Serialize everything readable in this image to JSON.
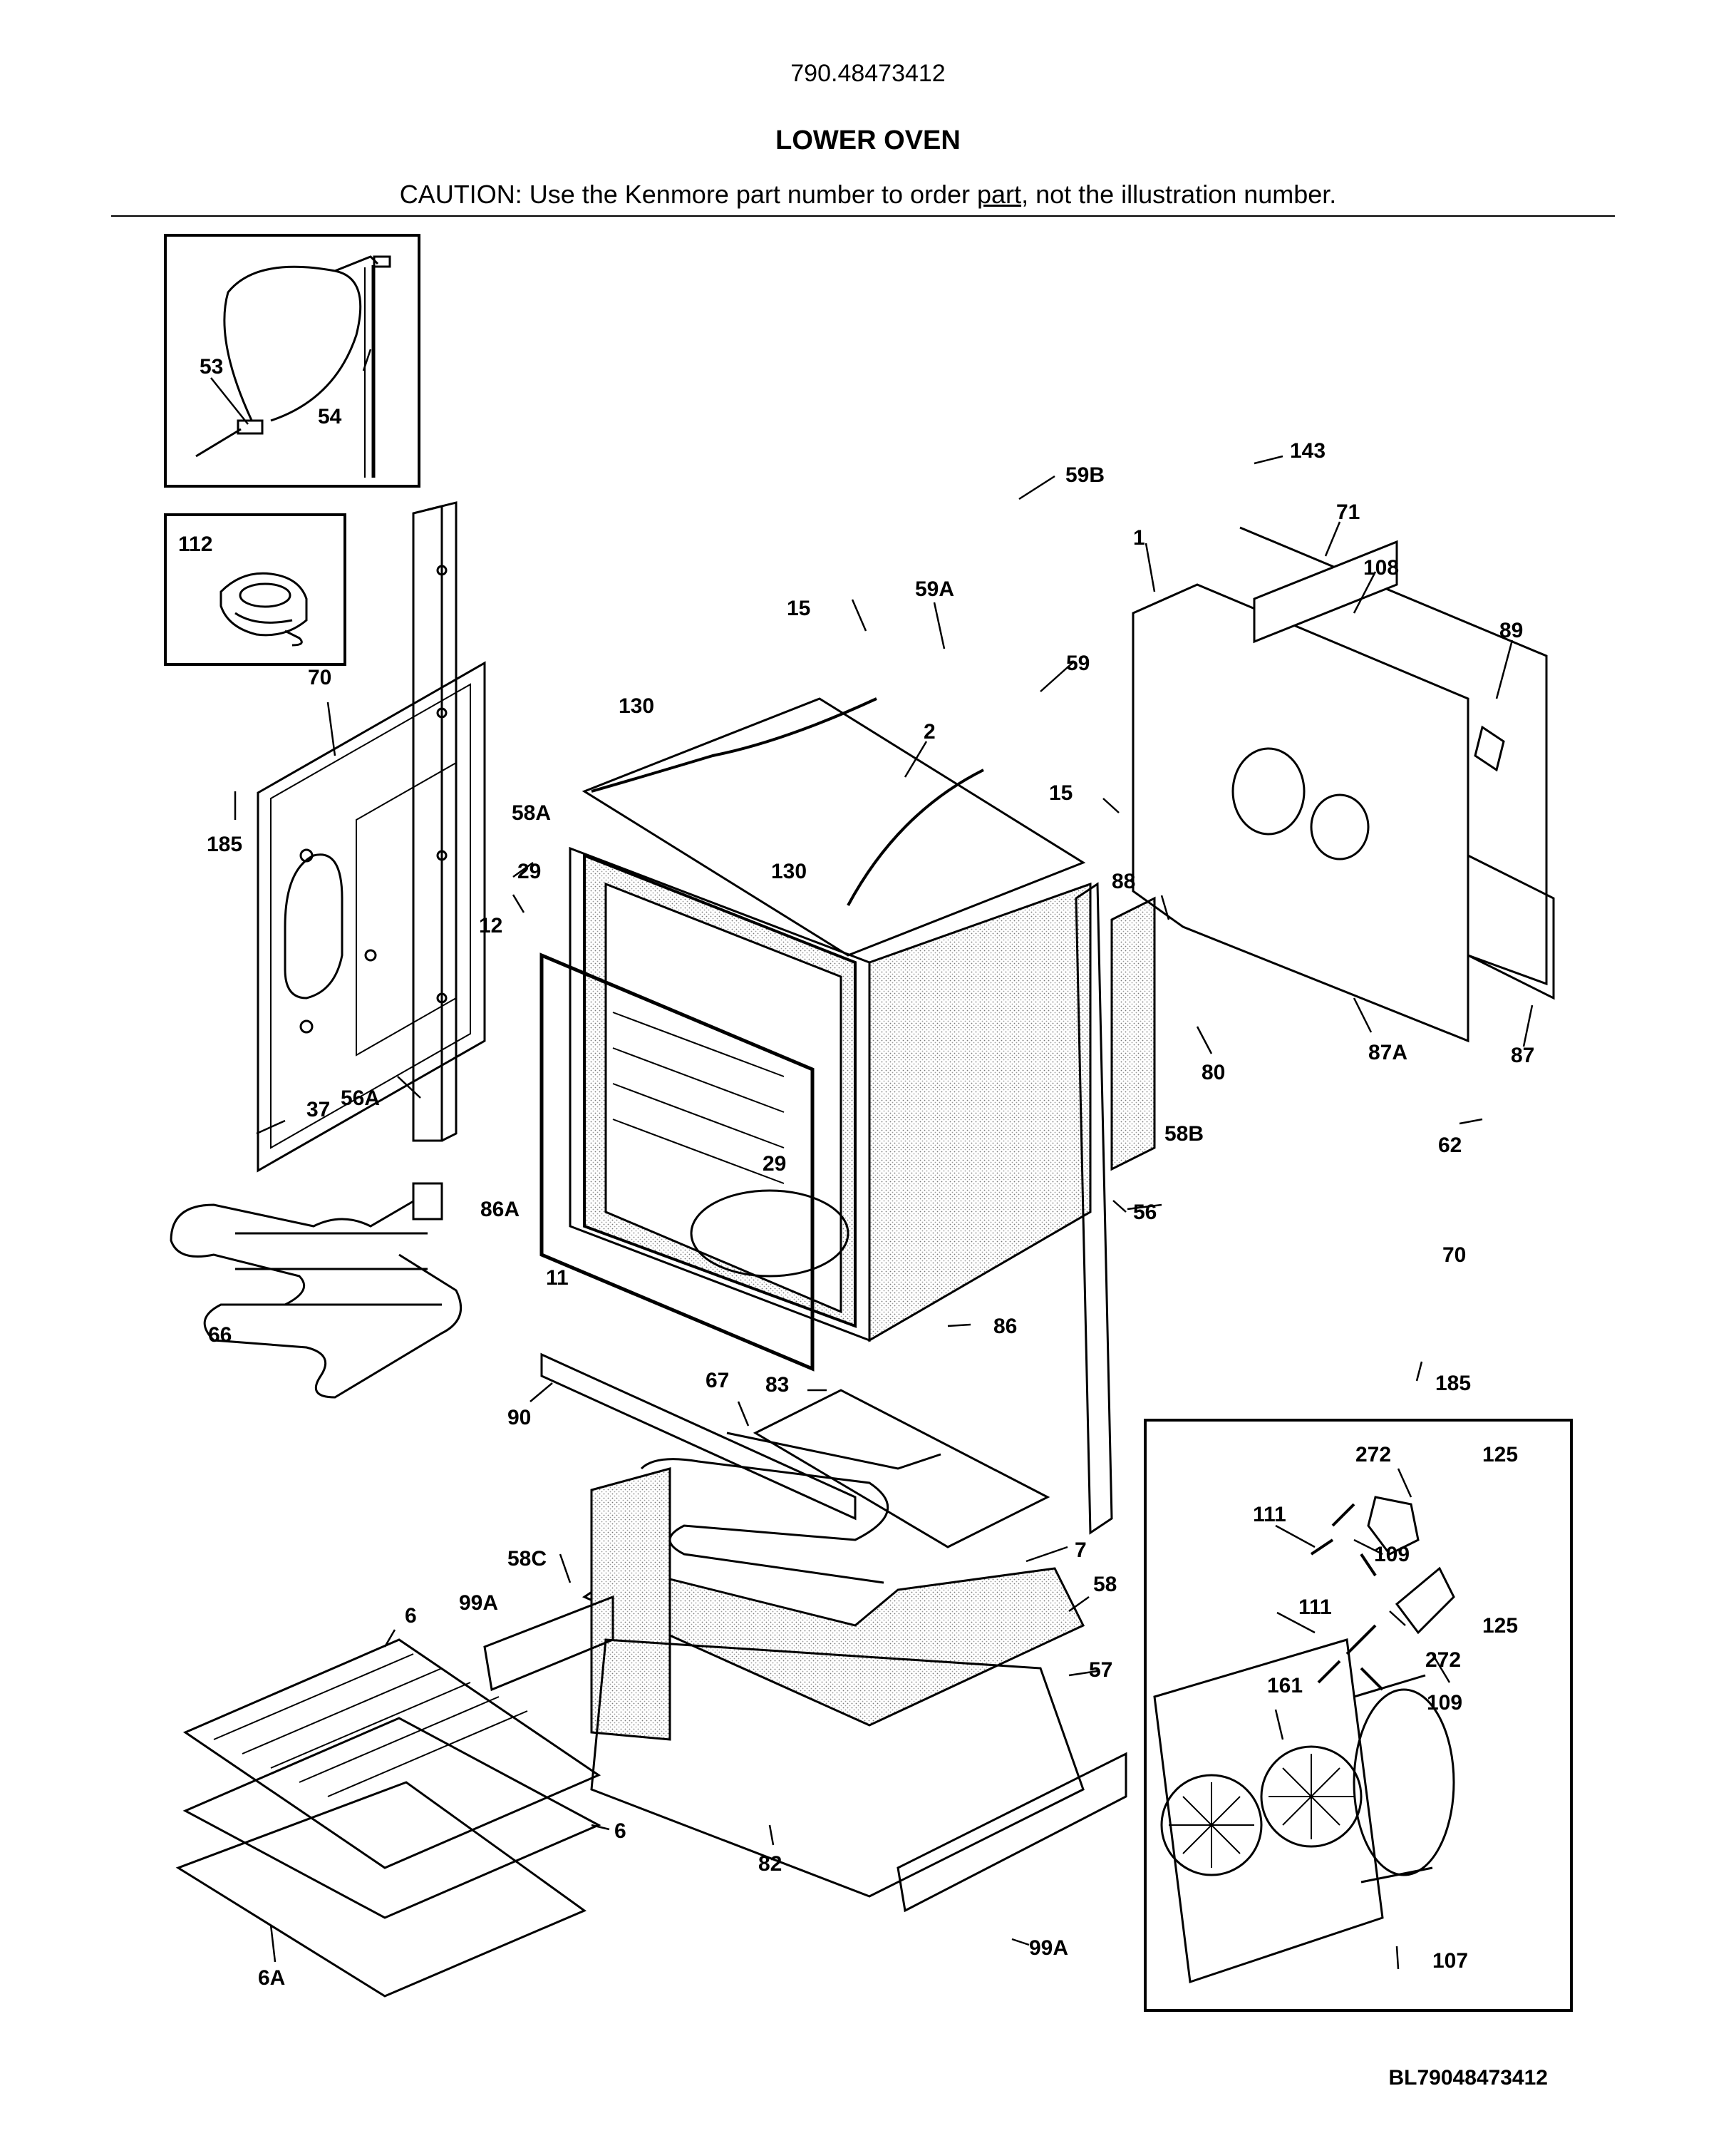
{
  "header": {
    "model_number": "790.48473412",
    "section_title": "LOWER OVEN",
    "caution_prefix": "CAUTION: Use the Kenmore part number to order ",
    "caution_link": "part",
    "caution_suffix": ", not the illustration number."
  },
  "footer": {
    "diagram_id": "BL79048473412"
  },
  "callouts": {
    "c53": "53",
    "c54": "54",
    "c112": "112",
    "c70a": "70",
    "c185a": "185",
    "c56a": "56A",
    "c37": "37",
    "c66": "66",
    "c12": "12",
    "c29a": "29",
    "c58a": "58A",
    "c130a": "130",
    "c130b": "130",
    "c86a": "86A",
    "c11": "11",
    "c29b": "29",
    "c15a": "15",
    "c59a": "59A",
    "c59b": "59B",
    "c59": "59",
    "c2": "2",
    "c15b": "15",
    "c88": "88",
    "c143": "143",
    "c1": "1",
    "c71": "71",
    "c108": "108",
    "c89": "89",
    "c80": "80",
    "c87a": "87A",
    "c87": "87",
    "c58b": "58B",
    "c62": "62",
    "c56": "56",
    "c70b": "70",
    "c86": "86",
    "c185b": "185",
    "c90": "90",
    "c67": "67",
    "c83": "83",
    "c7": "7",
    "c58c": "58C",
    "c58": "58",
    "c99a_1": "99A",
    "c57": "57",
    "c6a": "6",
    "c6b": "6",
    "c6A": "6A",
    "c82": "82",
    "c99a_2": "99A",
    "c272a": "272",
    "c125a": "125",
    "c111a": "111",
    "c109a": "109",
    "c125b": "125",
    "c111b": "111",
    "c272b": "272",
    "c109b": "109",
    "c161": "161",
    "c107": "107"
  }
}
